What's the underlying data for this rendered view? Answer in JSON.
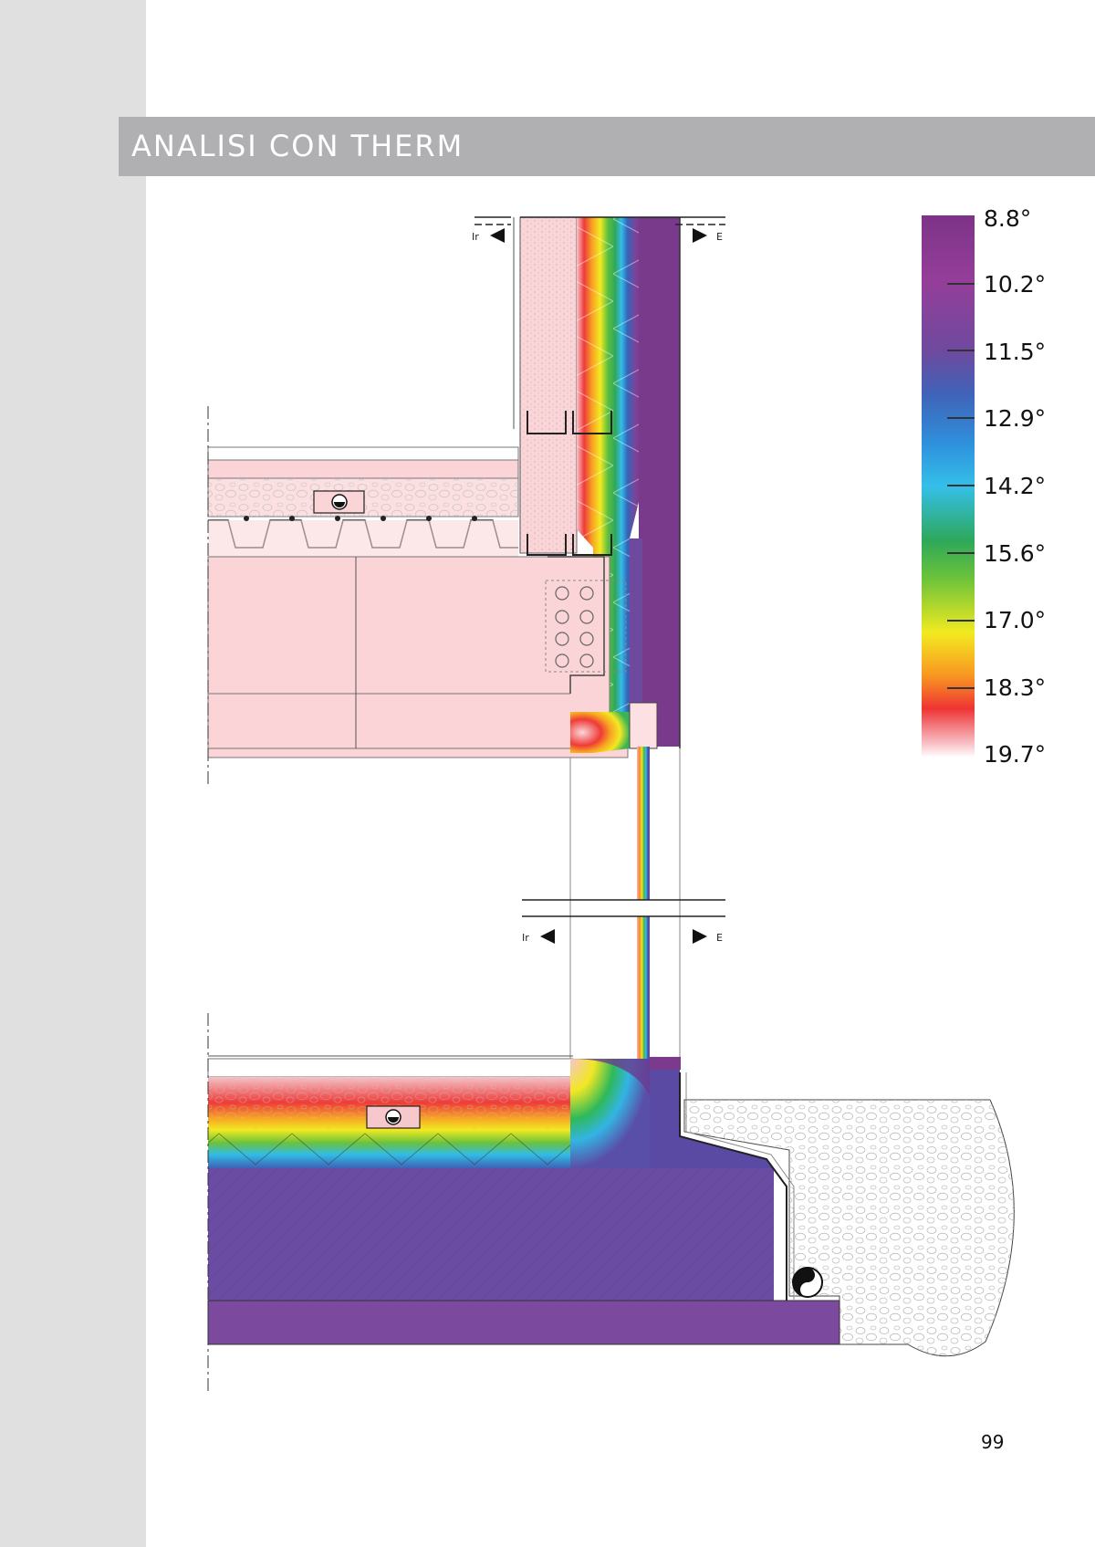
{
  "page": {
    "title": "ANALISI CON THERM",
    "page_number": "99"
  },
  "section_markers": {
    "top": {
      "interior": "Ir",
      "exterior": "E"
    },
    "bottom": {
      "interior": "Ir",
      "exterior": "E"
    }
  },
  "legend": {
    "labels": [
      "8.8°",
      "10.2°",
      "11.5°",
      "12.9°",
      "14.2°",
      "15.6°",
      "17.0°",
      "18.3°",
      "19.7°"
    ]
  },
  "colors": {
    "margin": "#e0e0e1",
    "title_band": "#b0b0b2",
    "cold": "#7d3387",
    "warm": "#ffffff",
    "interior_fill": "#fad4d7"
  }
}
